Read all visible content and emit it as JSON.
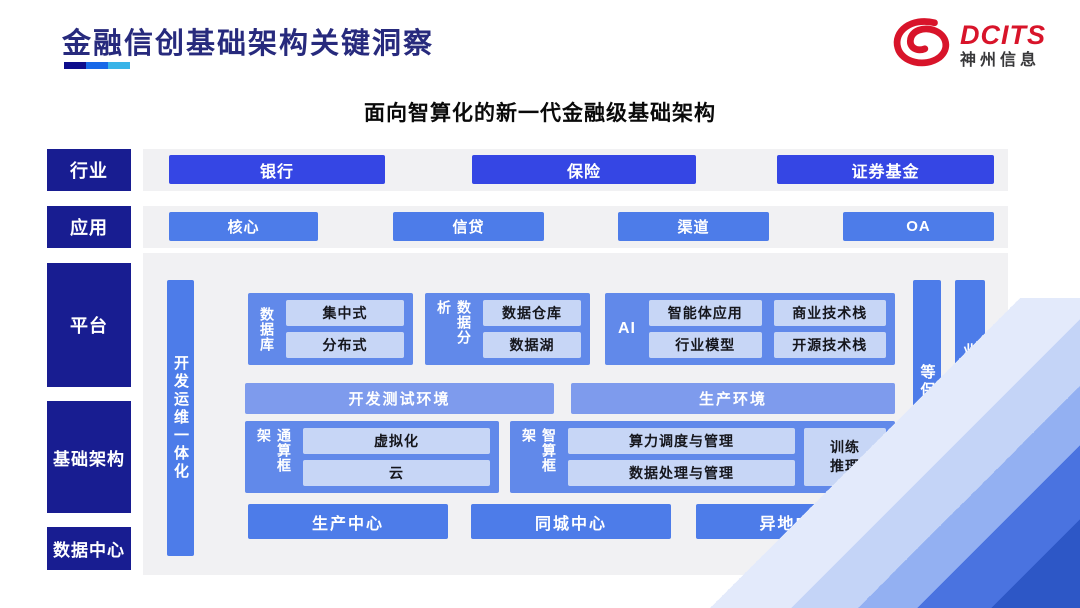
{
  "slide": {
    "title": "金融信创基础架构关键洞察",
    "subtitle": "面向智算化的新一代金融级基础架构"
  },
  "logo": {
    "brand": "DCITS",
    "company": "神州信息",
    "icon": "red-swirl-icon"
  },
  "row_labels": {
    "industry": "行业",
    "application": "应用",
    "platform": "平台",
    "infrastructure": "基础架构",
    "datacenter": "数据中心"
  },
  "industry_row": {
    "items": [
      "银行",
      "保险",
      "证券基金"
    ]
  },
  "application_row": {
    "items": [
      "核心",
      "信贷",
      "渠道",
      "OA"
    ]
  },
  "platform": {
    "devops_bar": "开发运维一体化",
    "security_bar": "等保合规安全",
    "continuity_bar": "业务连续性及数据保护",
    "database_group": {
      "label": "数据库",
      "items": [
        "集中式",
        "分布式"
      ]
    },
    "analytics_group": {
      "label": "数据分析",
      "items": [
        "数据仓库",
        "数据湖"
      ]
    },
    "ai_group": {
      "label": "AI",
      "items": [
        "智能体应用",
        "商业技术栈",
        "行业模型",
        "开源技术栈"
      ]
    },
    "environments": {
      "dev_test": "开发测试环境",
      "production": "生产环境"
    },
    "general_compute_group": {
      "label": "通算框架",
      "items": [
        "虚拟化",
        "云"
      ]
    },
    "ai_compute_group": {
      "label": "智算框架",
      "items": [
        "算力调度与管理",
        "数据处理与管理"
      ],
      "side_item": "训练\n推理"
    },
    "centers": {
      "items": [
        "生产中心",
        "同城中心",
        "异地中心"
      ]
    }
  },
  "colors": {
    "title_navy": "#272a7d",
    "rail_navy": "#181d91",
    "industry_blue": "#3546e4",
    "primary_blue": "#4d7ce9",
    "group_blue": "#6189ea",
    "env_blue": "#7e9bed",
    "light_box_blue": "#c7d6f6",
    "panel_gray": "#f1f1f3",
    "logo_red": "#d8142a",
    "underline_segments": [
      "#0d0d8c",
      "#1668e8",
      "#38b4e8"
    ]
  }
}
